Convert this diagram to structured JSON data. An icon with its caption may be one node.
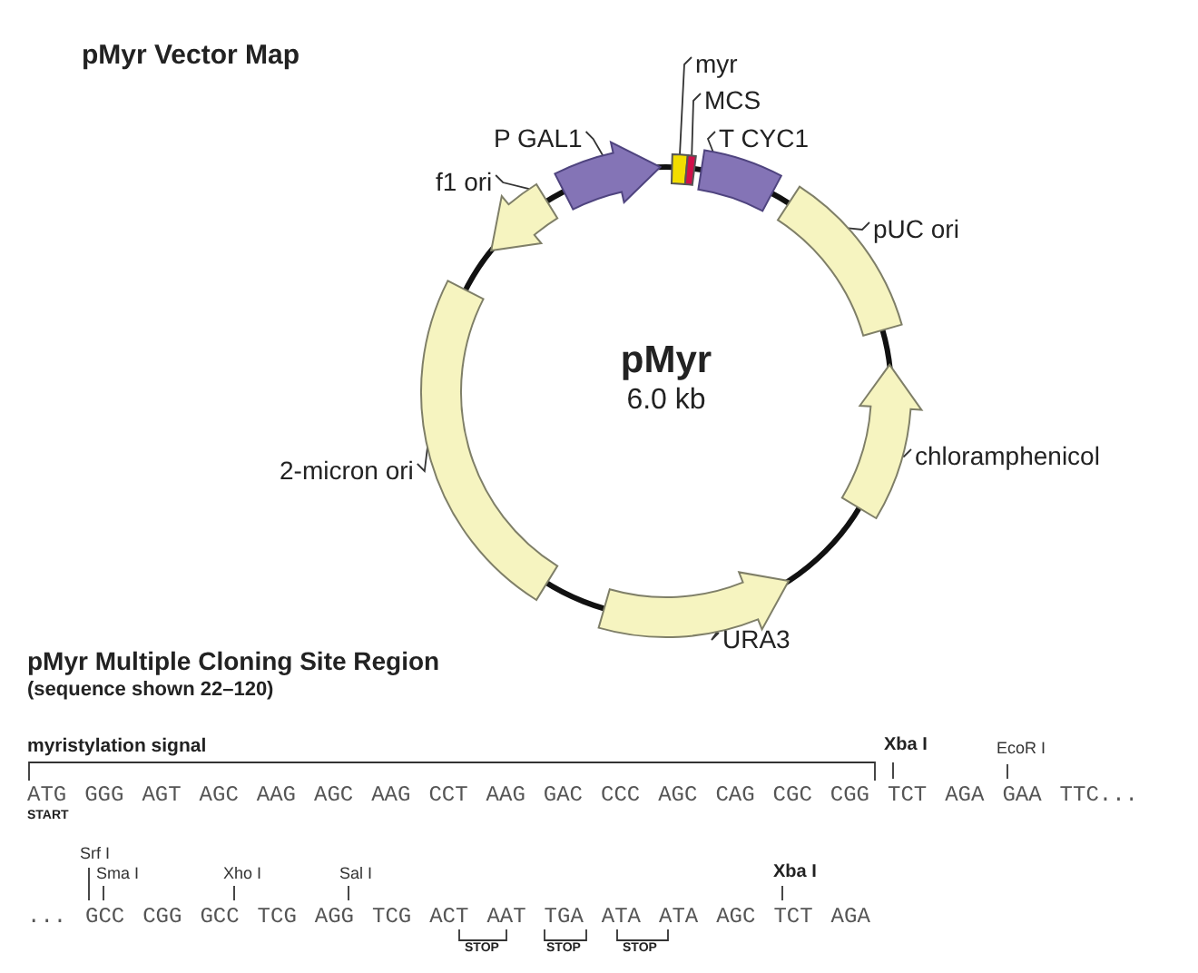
{
  "diagram": {
    "title": "pMyr Vector Map",
    "nodes": [
      {
        "text": [
          "pMyr",
          "6.0 kb"
        ]
      },
      {
        "text": [
          "myr"
        ]
      },
      {
        "text": [
          "MCS"
        ]
      },
      {
        "text": [
          "P GAL1"
        ]
      },
      {
        "text": [
          "T CYC1"
        ]
      },
      {
        "text": [
          "f1 ori"
        ]
      },
      {
        "text": [
          "pUC ori"
        ]
      },
      {
        "text": [
          "2-micron ori"
        ]
      },
      {
        "text": [
          "chloramphenicol"
        ]
      },
      {
        "text": [
          "URA3"
        ]
      },
      {
        "text": [],
        "shape": "box"
      },
      {
        "text": [],
        "shape": "box"
      },
      {
        "text": [],
        "shape": "arrow"
      },
      {
        "text": [],
        "shape": "box"
      },
      {
        "text": [],
        "shape": "arrow"
      },
      {
        "text": [],
        "shape": "box"
      },
      {
        "text": [],
        "shape": "box"
      },
      {
        "text": [],
        "shape": "arrow"
      },
      {
        "text": [],
        "shape": "arrow"
      }
    ],
    "edges": [
      {
        "from": 1,
        "to": 10,
        "arrow": "none"
      },
      {
        "from": 2,
        "to": 11,
        "arrow": "none"
      },
      {
        "from": 3,
        "to": 12,
        "arrow": "none"
      },
      {
        "from": 4,
        "to": 13,
        "arrow": "none"
      },
      {
        "from": 5,
        "to": 14,
        "arrow": "none"
      },
      {
        "from": 6,
        "to": 15,
        "arrow": "none"
      },
      {
        "from": 7,
        "to": 16,
        "arrow": "none"
      },
      {
        "from": 8,
        "to": 17,
        "arrow": "none"
      },
      {
        "from": 9,
        "to": 18,
        "arrow": "none"
      }
    ],
    "labels": [
      "pMyr Multiple Cloning Site Region",
      "(sequence shown 22–120)",
      "myristylation signal",
      "Xba I",
      "EcoR I",
      "ATG",
      "GGG",
      "AGT",
      "AGC",
      "AAG",
      "AGC",
      "AAG",
      "CCT",
      "AAG",
      "GAC",
      "CCC",
      "AGC",
      "CAG",
      "CGC",
      "CGG",
      "TCT",
      "AGA",
      "GAA",
      "TTC...",
      "START",
      "Srf I",
      "Sma I",
      "Xho I",
      "Sal I",
      "Xba I",
      "...",
      "GCC",
      "CGG",
      "GCC",
      "TCG",
      "AGG",
      "TCG",
      "ACT",
      "AAT",
      "TGA",
      "ATA",
      "ATA",
      "AGC",
      "TCT",
      "AGA",
      "STOP",
      "STOP",
      "STOP"
    ]
  }
}
